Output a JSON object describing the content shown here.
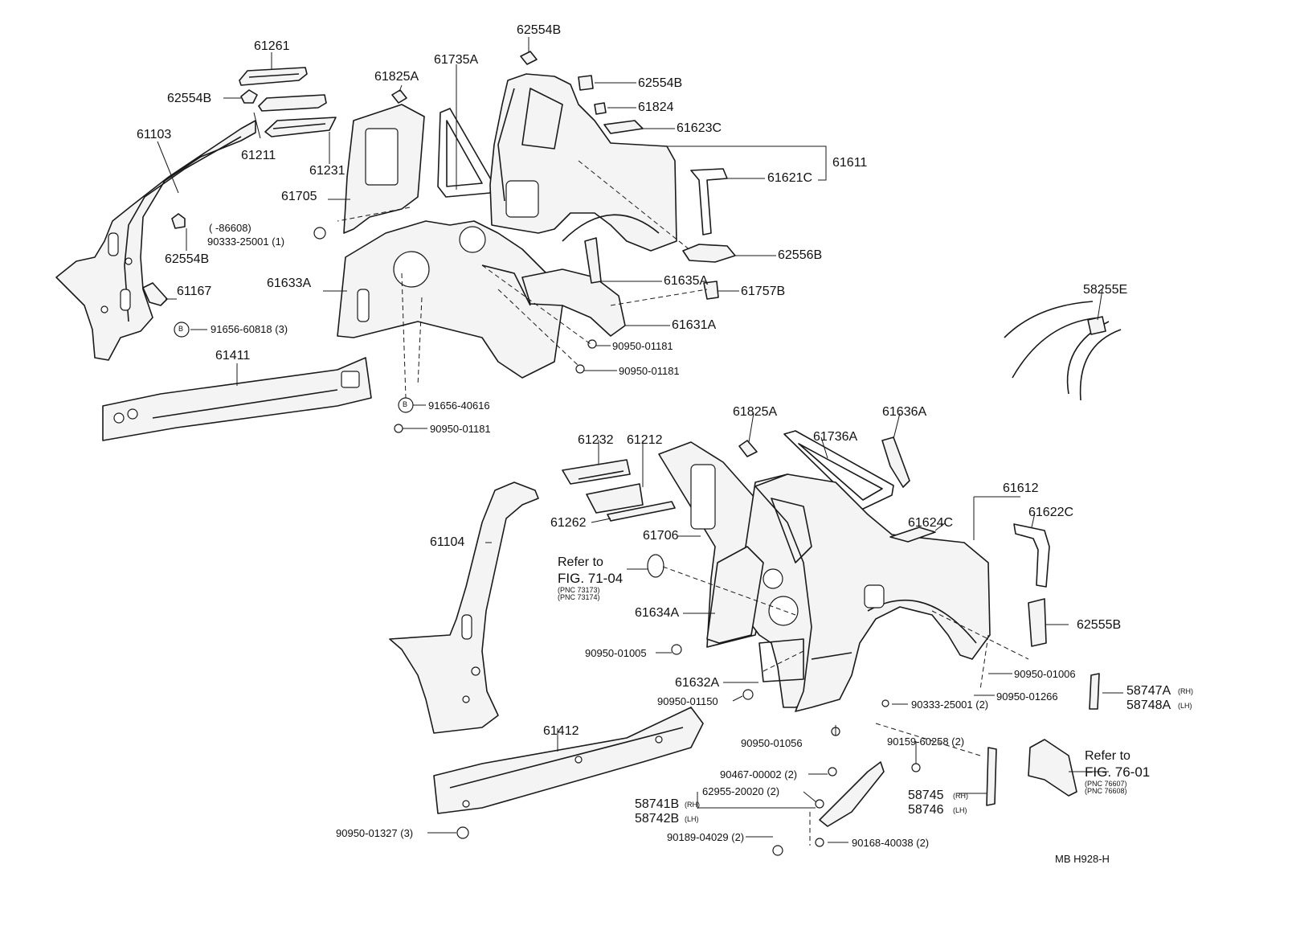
{
  "diagram_code": "MB  H928-H",
  "refs": {
    "fig_71": {
      "line1": "Refer to",
      "line2": "FIG. 71-04",
      "pnc1": "(PNC 73173)",
      "pnc2": "(PNC 73174)"
    },
    "fig_76": {
      "line1": "Refer to",
      "line2": "FIG. 76-01",
      "pnc1": "(PNC 76607)",
      "pnc2": "(PNC 76608)"
    }
  },
  "labels": {
    "p61261": "61261",
    "p62554b_a": "62554B",
    "p62554b_b": "62554B",
    "p62554b_c": "62554B",
    "p62554b_d": "62554B",
    "p61103": "61103",
    "p61211": "61211",
    "p61231": "61231",
    "p61825a_a": "61825A",
    "p61735a": "61735A",
    "p61705": "61705",
    "p86608": "(        -86608)",
    "p90333_1": "90333-25001 (1)",
    "p61824": "61824",
    "p61623c": "61623C",
    "p61611": "61611",
    "p61621c": "61621C",
    "p62556b": "62556B",
    "p61633a": "61633A",
    "p61167": "61167",
    "p61635a": "61635A",
    "p61757b": "61757B",
    "p91656_60818": "91656-60818 (3)",
    "p61631a": "61631A",
    "p61411": "61411",
    "p90950_01181_a": "90950-01181",
    "p90950_01181_b": "90950-01181",
    "p91656_40616": "91656-40616",
    "p90950_01181_c": "90950-01181",
    "p58255e": "58255E",
    "p61825a_b": "61825A",
    "p61636a": "61636A",
    "p61232": "61232",
    "p61212": "61212",
    "p61736a": "61736A",
    "p61612": "61612",
    "p61262": "61262",
    "p61624c": "61624C",
    "p61622c": "61622C",
    "p61104": "61104",
    "p61706": "61706",
    "p61634a": "61634A",
    "p62555b": "62555B",
    "p90950_01005": "90950-01005",
    "p90950_01006": "90950-01006",
    "p61632a": "61632A",
    "p90950_01266": "90950-01266",
    "p58747a": "58747A",
    "p58748a": "58748A",
    "p90950_01150": "90950-01150",
    "p90333_2": "90333-25001 (2)",
    "p61412": "61412",
    "p90950_01056": "90950-01056",
    "p90159": "90159-60258 (2)",
    "p90467": "90467-00002 (2)",
    "p62955": "62955-20020 (2)",
    "p58741b": "58741B",
    "p58742b": "58742B",
    "p58745": "58745",
    "p58746": "58746",
    "p90950_01327": "90950-01327 (3)",
    "p90189": "90189-04029 (2)",
    "p90168": "90168-40038 (2)",
    "rh1": "(RH)",
    "lh1": "(LH)",
    "rh2": "(RH)",
    "lh2": "(LH)",
    "rh3": "(RH)",
    "lh3": "(LH)",
    "b1": "B",
    "b2": "B"
  }
}
